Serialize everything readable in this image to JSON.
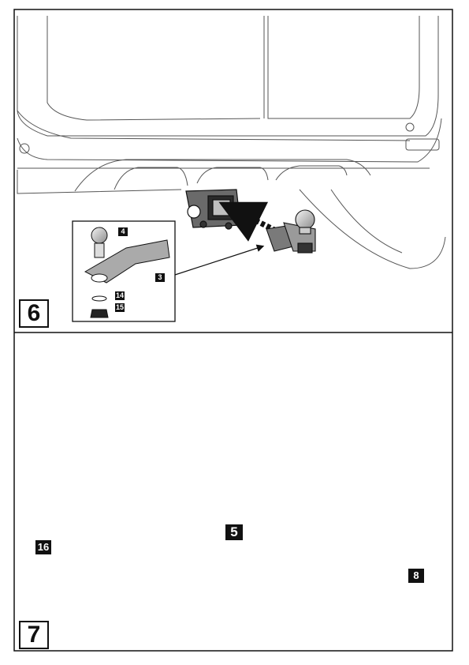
{
  "steps": [
    {
      "number": "6",
      "parts": {
        "ball": "4",
        "bar": "3",
        "washer": "14",
        "nut": "15"
      }
    },
    {
      "number": "7",
      "parts": {
        "bolt": "5",
        "clip": "16",
        "pin": "8"
      }
    }
  ],
  "colors": {
    "line": "#111111",
    "part_grey": "#888888",
    "dark_part": "#3a3a3a",
    "bg": "#ffffff"
  },
  "icons": {
    "torque": "hand-tighten-icon"
  }
}
